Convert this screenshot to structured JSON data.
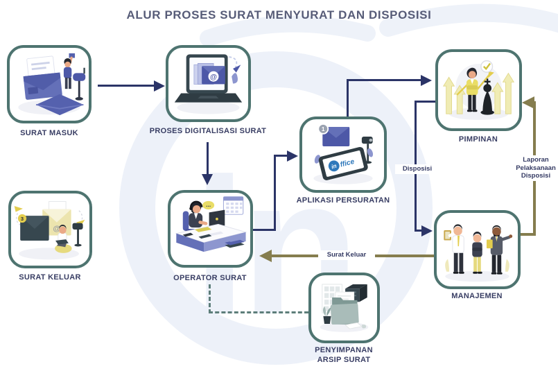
{
  "title": "ALUR PROSES SURAT MENYURAT DAN DISPOSISI",
  "nodes": {
    "surat_masuk": {
      "label": "SURAT MASUK"
    },
    "proses_digitalisasi": {
      "label": "PROSES DIGITALISASI SURAT"
    },
    "aplikasi_persuratan": {
      "label": "APLIKASI PERSURATAN"
    },
    "pimpinan": {
      "label": "PIMPINAN"
    },
    "manajemen": {
      "label": "MANAJEMEN"
    },
    "operator_surat": {
      "label": "OPERATOR SURAT"
    },
    "surat_keluar": {
      "label": "SURAT KELUAR"
    },
    "penyimpanan_arsip": {
      "label_line1": "PENYIMPANAN",
      "label_line2": "ARSIP SURAT"
    }
  },
  "edge_labels": {
    "disposisi": "Disposisi",
    "surat_keluar": "Surat Keluar",
    "laporan_line1": "Laporan",
    "laporan_line2": "Pelaksanaan",
    "laporan_line3": "Disposisi"
  },
  "illustration_text": {
    "logo_in": "in",
    "logo_suffix": "ffice",
    "notification_badge": "1",
    "envelope_badge": "3",
    "at_symbol": "@",
    "typing_dots": "..."
  },
  "colors": {
    "arrow_primary": "#2b3467",
    "arrow_secondary": "#857d4e",
    "arrow_archive": "#5d7e7a",
    "box_border": "#4e7470",
    "label_text": "#383d63",
    "title_text": "#575c78"
  }
}
